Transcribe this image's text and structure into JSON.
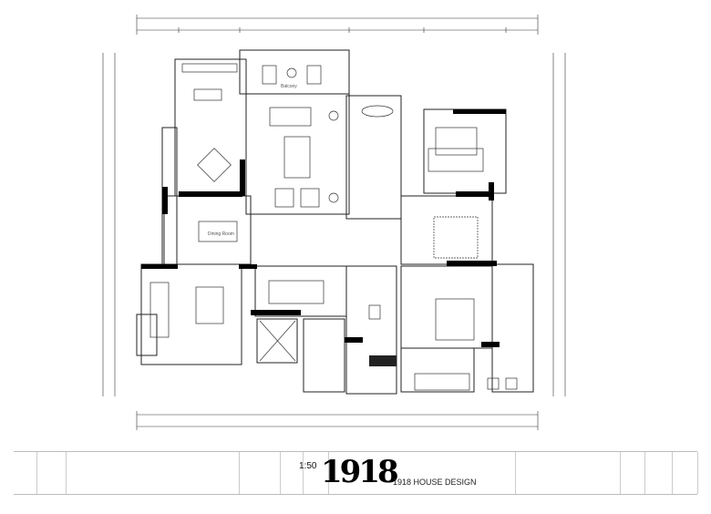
{
  "drawing": {
    "type": "floor-plan",
    "room_labels": {
      "balcony": "Balcony",
      "dining": "Dining Room"
    }
  },
  "title_block": {
    "scale": "1:50",
    "logo": "1918",
    "brand": "1918 HOUSE DESIGN"
  }
}
